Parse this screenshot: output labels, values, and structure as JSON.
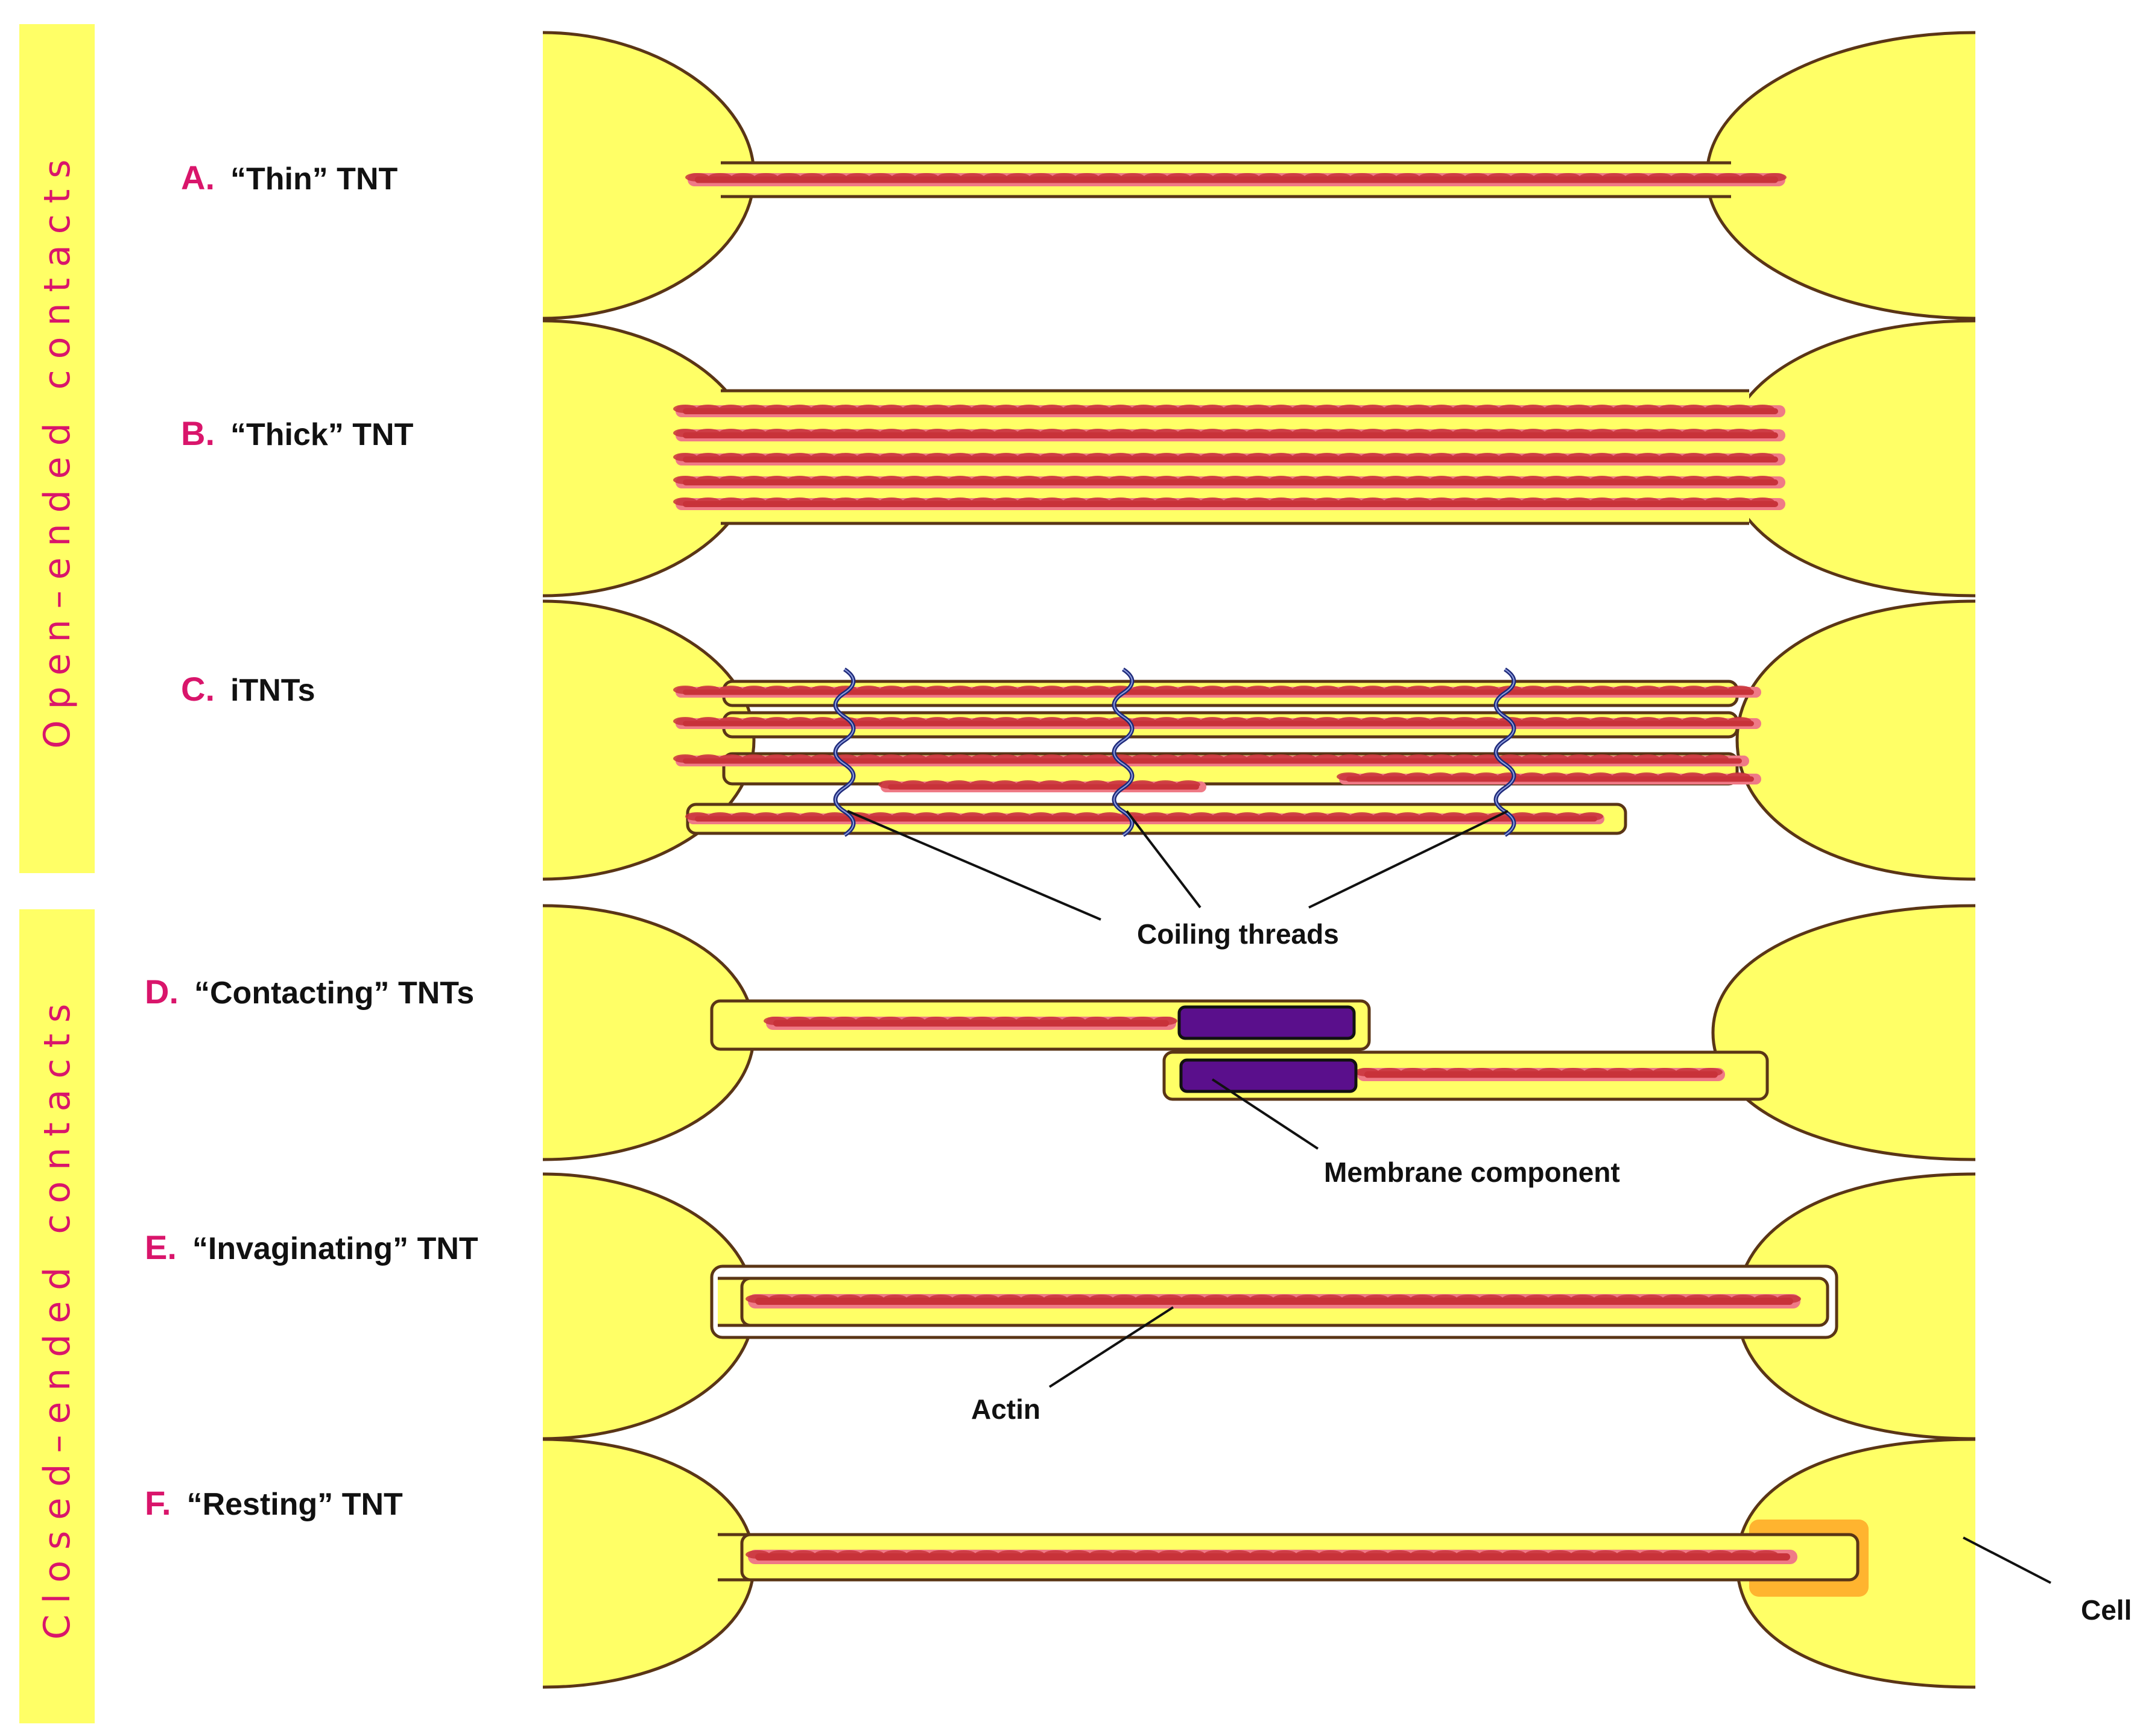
{
  "colors": {
    "cell": "#ffff66",
    "outline": "#5a3516",
    "actin_dark": "#c8323a",
    "actin_light": "#ef7a86",
    "thread": "#1f2a7a",
    "membrane": "#5a0f8c",
    "accent_label": "#d9156b",
    "resting_glow": "#ffa726"
  },
  "groups": {
    "open": "Open–ended contacts",
    "closed": "Closed–ended contacts"
  },
  "rows": [
    {
      "letter": "A.",
      "label": "“Thin” TNT"
    },
    {
      "letter": "B.",
      "label": "“Thick” TNT"
    },
    {
      "letter": "C.",
      "label": "iTNTs"
    },
    {
      "letter": "D.",
      "label": "“Contacting” TNTs"
    },
    {
      "letter": "E.",
      "label": "“Invaginating” TNT"
    },
    {
      "letter": "F.",
      "label": "“Resting” TNT"
    }
  ],
  "callouts": {
    "coiling": "Coiling threads",
    "membrane": "Membrane component",
    "actin": "Actin",
    "cell": "Cell"
  }
}
